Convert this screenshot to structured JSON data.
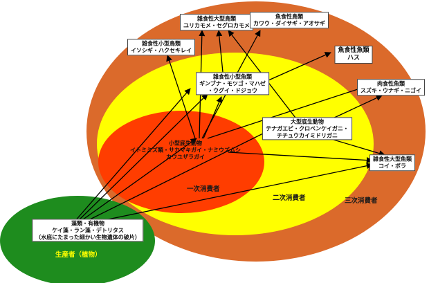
{
  "colors": {
    "tertiary": "#db6a2b",
    "secondary": "#ffff00",
    "secondary_inner": "#f7f240",
    "primary": "#ff3d00",
    "producer": "#1e8c1e",
    "arrow": "#000000"
  },
  "zones": {
    "tertiary": "三次消費者",
    "secondary": "二次消費者",
    "primary": "一次消費者",
    "producer": "生産者（植物）"
  },
  "nodes": {
    "omni_large_birds": {
      "line1": "雑食性大型鳥類",
      "line2": "ユリカモメ・セグロカモメ"
    },
    "fish_birds": {
      "line1": "魚食性鳥類",
      "line2": "カワウ・ダイサギ・アオサギ"
    },
    "omni_small_birds_top": {
      "line1": "雑食性小型鳥類",
      "line2": "イソシギ・ハクセキレイ"
    },
    "fish_fish": {
      "line1": "魚食性魚類",
      "line2": "ハス"
    },
    "omni_small_fish": {
      "line1": "雑食性小型魚類",
      "line2": "ギンブナ・モツゴ・マハゼ",
      "line3": "・ウグイ・ドジョウ"
    },
    "carnivore_fish": {
      "line1": "肉食性魚類",
      "line2": "スズキ・ウナギ・ニゴイ"
    },
    "large_benthos": {
      "line1": "大型底生動物",
      "line2": "テナガエビ・クロベンケイガニ・",
      "line3": "チチュウカイミドリガニ"
    },
    "small_benthos": {
      "line1": "小型底生動物",
      "line2": "イトミミズ類・サカマキガイ・ナミウズムシ",
      "line3": "カワユザラガイ"
    },
    "omni_large_fish": {
      "line1": "雑食性大型魚類",
      "line2": "コイ・ボラ"
    },
    "algae": {
      "line1": "藻類・有機物",
      "line2": "ケイ藻・ラン藻・デトリタス",
      "line3": "（水底にたまった細かい生物遺体の破片）"
    }
  }
}
